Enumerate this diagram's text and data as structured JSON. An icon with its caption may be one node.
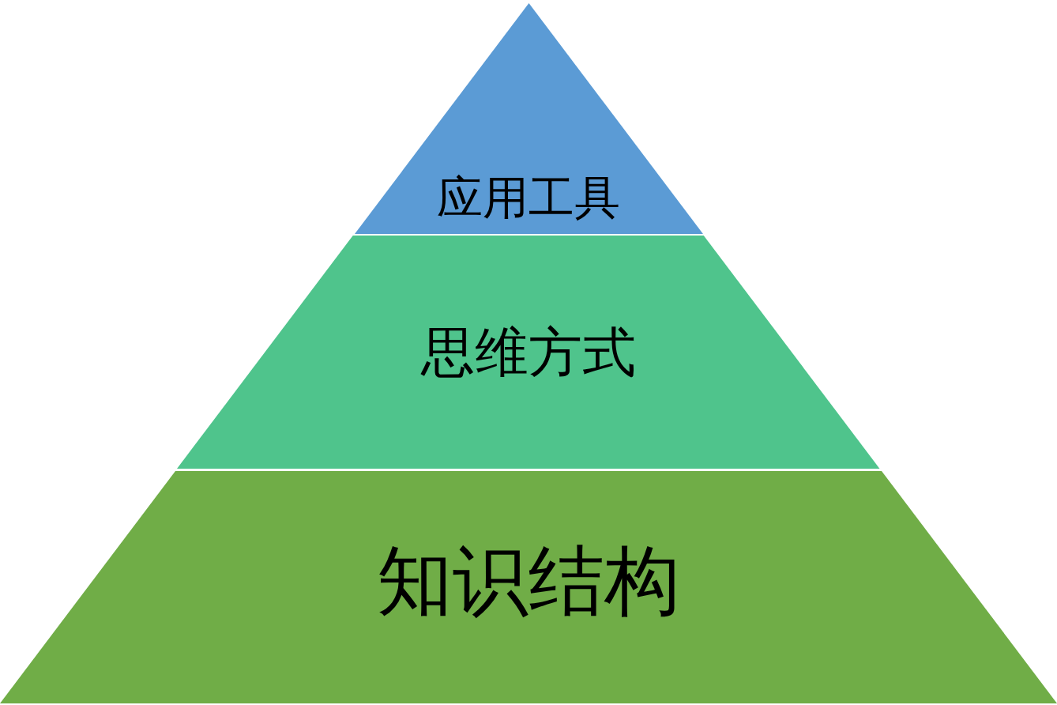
{
  "diagram": {
    "nodes": [
      {
        "text": [
          "应用工具"
        ]
      },
      {
        "text": [
          "思维方式"
        ]
      },
      {
        "text": [
          "知识结构"
        ]
      }
    ]
  }
}
